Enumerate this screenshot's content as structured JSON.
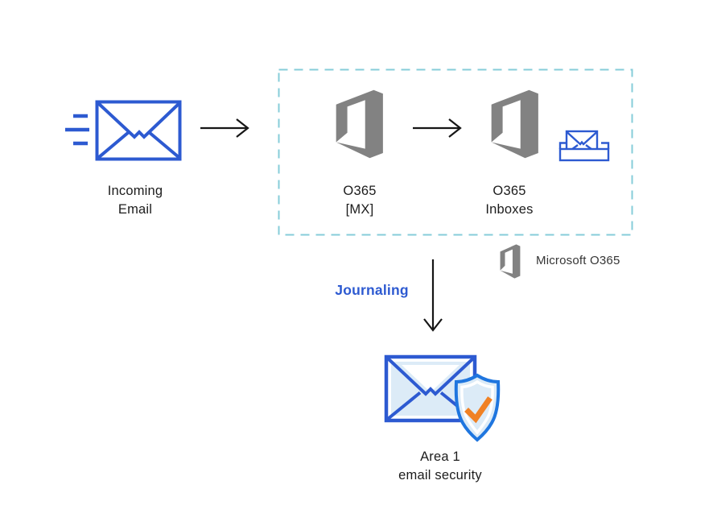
{
  "colors": {
    "blue": "#2d5ad1",
    "light_blue": "#dcebf7",
    "teal_dash": "#86ccd9",
    "logo_gray": "#828282",
    "orange": "#f08124",
    "azure": "#1f76df",
    "ink": "#1c1c1c"
  },
  "nodes": [
    {
      "id": "incoming-email",
      "lines": [
        "Incoming",
        "Email"
      ]
    },
    {
      "id": "o365-mx",
      "lines": [
        "O365",
        "[MX]"
      ]
    },
    {
      "id": "o365-inboxes",
      "lines": [
        "O365",
        "Inboxes"
      ]
    },
    {
      "id": "area1",
      "lines": [
        "Area 1",
        "email security"
      ]
    }
  ],
  "legend": {
    "label": "Microsoft O365"
  },
  "flow": {
    "journaling_label": "Journaling"
  }
}
